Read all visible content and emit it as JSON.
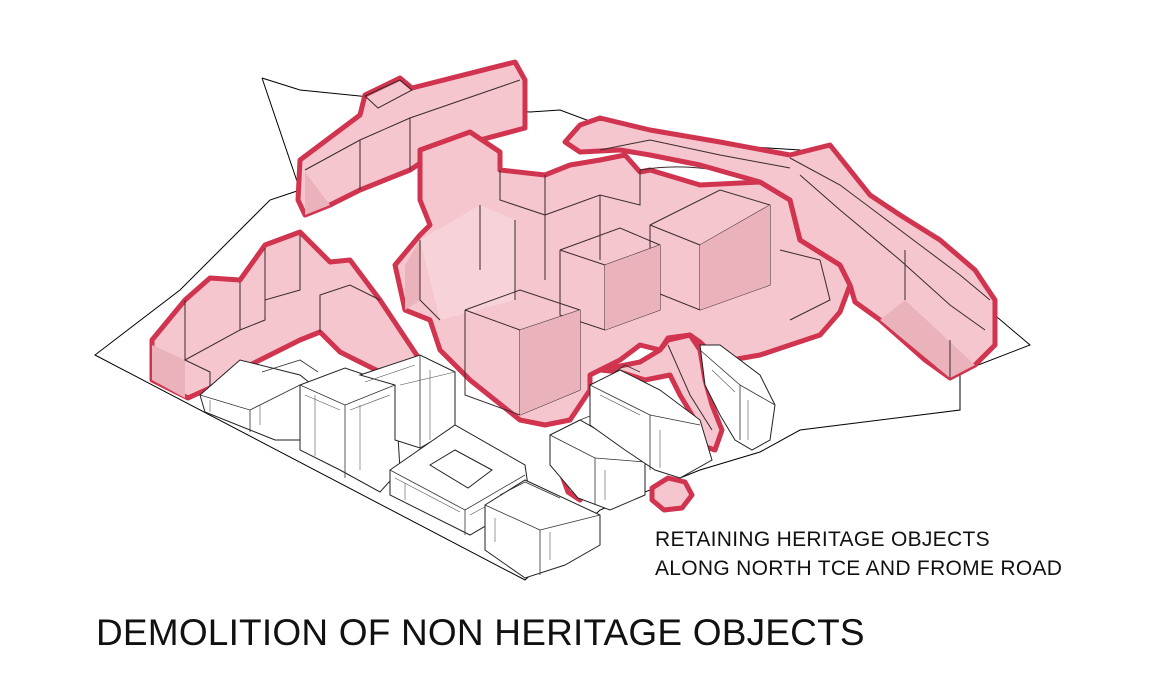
{
  "caption": {
    "main": "DEMOLITION OF NON HERITAGE OBJECTS",
    "retained_line_1": "RETAINING HERITAGE OBJECTS",
    "retained_line_2": "ALONG NORTH TCE AND FROME ROAD"
  },
  "colors": {
    "demolition_outline": "#d1344f",
    "demolition_fill": "#f5c6ce",
    "heritage_fill": "#ffffff",
    "line": "#222222"
  }
}
